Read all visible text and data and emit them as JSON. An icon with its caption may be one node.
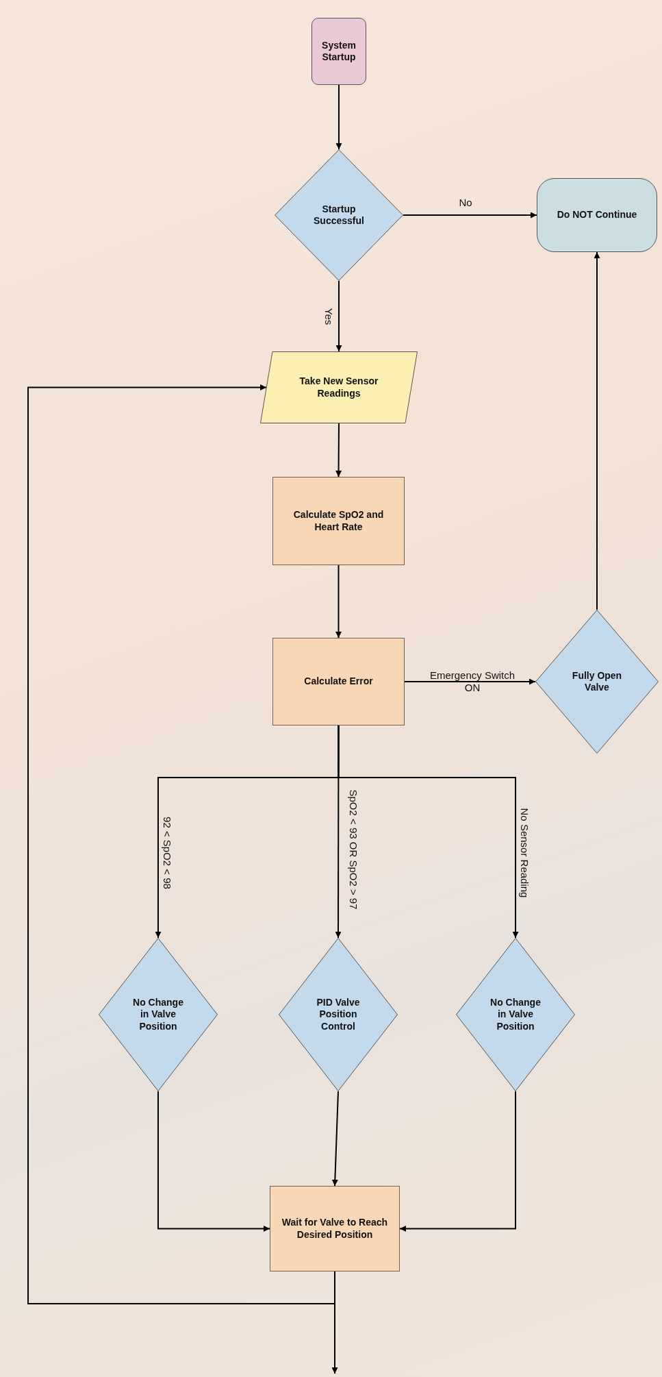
{
  "diagram": {
    "nodes": [
      {
        "text": [
          "System Startup"
        ]
      },
      {
        "text": [
          "Startup Successful"
        ]
      },
      {
        "text": [
          "Do NOT Continue"
        ]
      },
      {
        "text": [
          "Take New Sensor Readings"
        ]
      },
      {
        "text": [
          "Calculate SpO2 and Heart Rate"
        ]
      },
      {
        "text": [
          "Calculate Error"
        ]
      },
      {
        "text": [
          "Fully Open Valve"
        ]
      },
      {
        "text": [
          "No Change in Valve Position"
        ]
      },
      {
        "text": [
          "PID Valve Position Control"
        ]
      },
      {
        "text": [
          "No Change in Valve Position"
        ]
      },
      {
        "text": [
          "Wait for Valve to Reach Desired Position"
        ]
      }
    ],
    "edges": [
      {
        "from": 0,
        "to": 1,
        "arrow": "to"
      },
      {
        "from": 1,
        "to": 2,
        "arrow": "to",
        "label": "No"
      },
      {
        "from": 1,
        "to": 3,
        "arrow": "to",
        "label": "Yes"
      },
      {
        "from": 3,
        "to": 4,
        "arrow": "to"
      },
      {
        "from": 4,
        "to": 5,
        "arrow": "to"
      },
      {
        "from": 5,
        "to": 6,
        "arrow": "to",
        "label": "Emergency Switch ON"
      },
      {
        "from": 6,
        "to": 2,
        "arrow": "to"
      },
      {
        "from": 5,
        "to": 7,
        "arrow": "to",
        "label": "92 < SpO2 < 98"
      },
      {
        "from": 5,
        "to": 8,
        "arrow": "to",
        "label": "SpO2 < 93 OR SpO2 > 97"
      },
      {
        "from": 5,
        "to": 9,
        "arrow": "to",
        "label": "No Sensor Reading"
      },
      {
        "from": 7,
        "to": 10,
        "arrow": "to"
      },
      {
        "from": 8,
        "to": 10,
        "arrow": "to"
      },
      {
        "from": 9,
        "to": 10,
        "arrow": "to"
      },
      {
        "from": 10,
        "to": 3,
        "arrow": "to"
      },
      {
        "from": 10,
        "to": null,
        "arrow": "to"
      }
    ]
  }
}
